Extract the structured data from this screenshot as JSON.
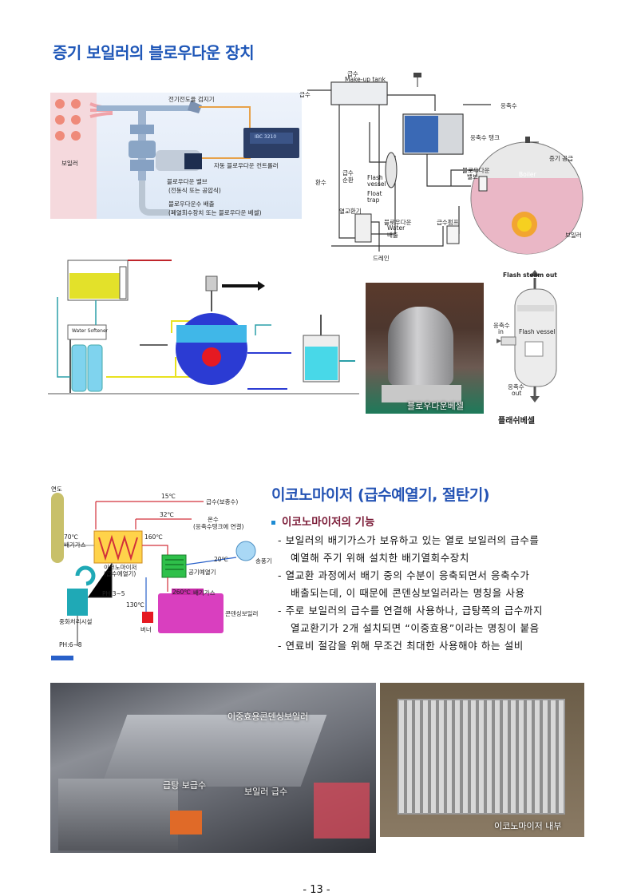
{
  "page": {
    "title": "증기 보일러의 블로우다운 장치",
    "page_number": "- 13 -"
  },
  "fig1": {
    "label_conductivity": "전기전도율 검지기",
    "label_boiler": "보일러",
    "label_valve_1": "블로우다운 밸브",
    "label_valve_2": "(전동식 또는 공압식)",
    "label_controller": "자동 블로우다운 컨트롤러",
    "label_drain_1": "블로우다운수 배출",
    "label_drain_2": "(폐열회수장치 또는 블로우다운 베셀)",
    "controller_screen": "IBC 3210"
  },
  "fig2": {
    "makeup_1": "급수",
    "makeup_2": "Make-up tank",
    "feed_in": "급수",
    "condensate": "응축수",
    "condensate_tank": "응축수 탱크",
    "steam_supply": "증기 공급",
    "bd_valve_1": "블로우다운",
    "bd_valve_2": "밸브",
    "boiler": "Boiler",
    "flash_1": "Flash",
    "flash_2": "vessel",
    "float_1": "Float",
    "float_2": "trap",
    "return": "환수",
    "feed_circ_1": "급수",
    "feed_circ_2": "순환",
    "hx": "열교환기",
    "bd_water_1": "블로우다운",
    "bd_water_2": "Water",
    "bd_water_3": "배출",
    "feed_pump": "급수펌프",
    "drain": "드레인",
    "boiler_kr": "보일러"
  },
  "fig3": {
    "softener": "Water Softener"
  },
  "photo1": {
    "caption": "블로우다운베셀"
  },
  "fig4": {
    "steam_out": "Flash steam out",
    "cond_in_1": "응축수",
    "cond_in_2": "in",
    "vessel": "Flash vessel",
    "cond_out_1": "응축수",
    "cond_out_2": "out",
    "caption": "플래쉬베셀"
  },
  "section2": {
    "title": "이코노마이저 (급수예열기, 절탄기)",
    "subtitle": "이코노마이저의 기능",
    "bullets": [
      "- 보일러의 배기가스가 보유하고 있는 열로 보일러의 급수를",
      "예열해 주기 위해 설치한 배기열회수장치",
      "- 열교환 과정에서 배기 중의 수분이 응축되면서 응축수가",
      "배출되는데, 이 때문에 콘덴싱보일러라는 명칭을 사용",
      "- 주로 보일러의 급수를 연결해 사용하나, 급탕쪽의 급수까지",
      "열교환기가 2개 설치되면 “이중효용”이라는 명칭이 붙음",
      "- 연료비 절감을 위해 무조건 최대한 사용해야 하는 설비"
    ]
  },
  "fig5": {
    "chimney": "연도",
    "t15": "15℃",
    "feed_normal": "급수(보충수)",
    "t32": "32℃",
    "warm_water_1": "온수",
    "warm_water_2": "(응축수탱크에 연결)",
    "t70": "70℃",
    "exhaust": "배기가스",
    "t160": "160℃",
    "econ_1": "이코노마이저",
    "econ_2": "(급수예열기)",
    "t20": "20℃",
    "fan": "송풍기",
    "air_preheater": "공기예열기",
    "ph35": "PH:3~5",
    "t260": "260℃",
    "exhaust2": "배기가스",
    "t130": "130℃",
    "cond_boiler": "콘덴싱보일러",
    "neutralizer": "중화처리시설",
    "burner": "버너",
    "ph68": "PH:6~8"
  },
  "photo2": {
    "label_top": "이중효용콘덴싱보일러",
    "label_hot": "급탕 보급수",
    "label_boiler": "보일러 급수"
  },
  "photo3": {
    "caption": "이코노마이저 내부"
  },
  "colors": {
    "title_blue": "#1f57b8",
    "subtitle_maroon": "#7a1a36",
    "pipe_red": "#d2303a",
    "boiler_magenta": "#d93fbf",
    "econ_yellow": "#ffd34a"
  }
}
